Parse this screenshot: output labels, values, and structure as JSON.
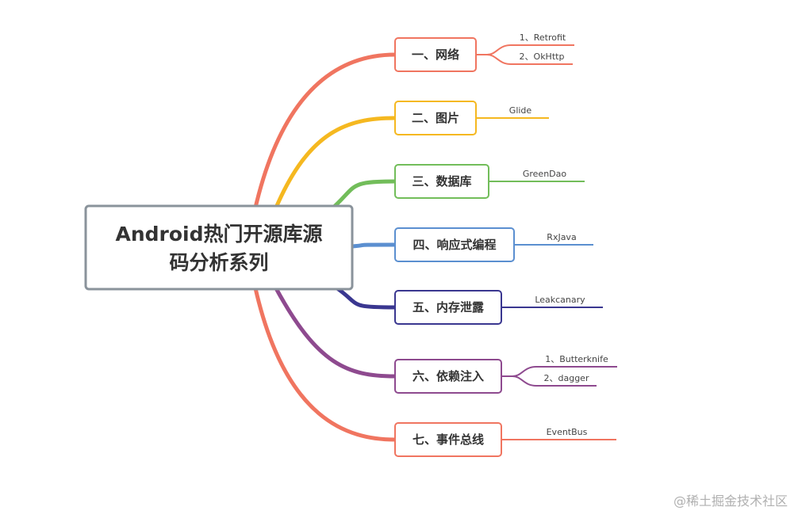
{
  "root": {
    "line1": "Android热门开源库源",
    "line2": "码分析系列",
    "border_color": "#8a939b"
  },
  "branches": [
    {
      "label": "一、网络",
      "color": "#f07560",
      "leaves": [
        "1、Retrofit",
        "2、OkHttp"
      ]
    },
    {
      "label": "二、图片",
      "color": "#f5b820",
      "leaves": [
        "Glide"
      ]
    },
    {
      "label": "三、数据库",
      "color": "#72bd5a",
      "leaves": [
        "GreenDao"
      ]
    },
    {
      "label": "四、响应式编程",
      "color": "#5b8fd0",
      "leaves": [
        "RxJava"
      ]
    },
    {
      "label": "五、内存泄露",
      "color": "#3a3790",
      "leaves": [
        "Leakcanary"
      ]
    },
    {
      "label": "六、依赖注入",
      "color": "#8e4a8f",
      "leaves": [
        "1、Butterknife",
        "2、dagger"
      ]
    },
    {
      "label": "七、事件总线",
      "color": "#f07560",
      "leaves": [
        "EventBus"
      ]
    }
  ],
  "watermark": "@稀土掘金技术社区"
}
